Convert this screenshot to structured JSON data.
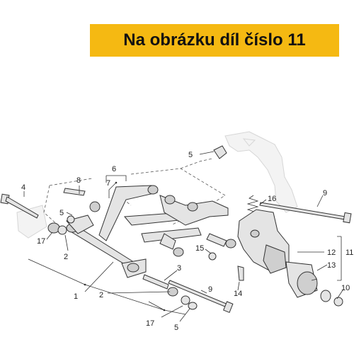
{
  "banner": {
    "text": "Na obrázku díl číslo 11"
  },
  "callouts": [
    {
      "id": "c-5a",
      "label": "5"
    },
    {
      "id": "c-6",
      "label": "6"
    },
    {
      "id": "c-7",
      "label": "7"
    },
    {
      "id": "c-8",
      "label": "8"
    },
    {
      "id": "c-4",
      "label": "4"
    },
    {
      "id": "c-5b",
      "label": "5"
    },
    {
      "id": "c-16",
      "label": "16"
    },
    {
      "id": "c-9a",
      "label": "9"
    },
    {
      "id": "c-17a",
      "label": "17"
    },
    {
      "id": "c-2a",
      "label": "2"
    },
    {
      "id": "c-15",
      "label": "15"
    },
    {
      "id": "c-12",
      "label": "12"
    },
    {
      "id": "c-11",
      "label": "11"
    },
    {
      "id": "c-13",
      "label": "13"
    },
    {
      "id": "c-1",
      "label": "1"
    },
    {
      "id": "c-3",
      "label": "3"
    },
    {
      "id": "c-2b",
      "label": "2"
    },
    {
      "id": "c-9b",
      "label": "9"
    },
    {
      "id": "c-14",
      "label": "14"
    },
    {
      "id": "c-10",
      "label": "10"
    },
    {
      "id": "c-17b",
      "label": "17"
    },
    {
      "id": "c-5c",
      "label": "5"
    }
  ]
}
